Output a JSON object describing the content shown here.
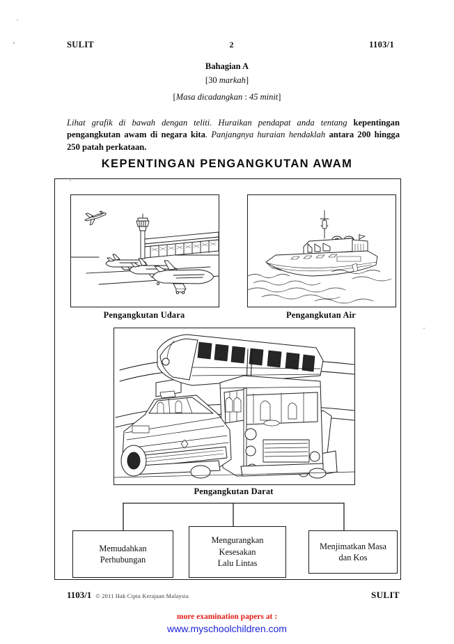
{
  "header": {
    "left": "SULIT",
    "page_number": "2",
    "paper_code": "1103/1"
  },
  "section": {
    "title": "Bahagian A",
    "marks_prefix": "[30 ",
    "marks_word": "markah",
    "marks_suffix": "]",
    "time_prefix": "[",
    "time_label": "Masa dicadangkan",
    "time_sep": " :  ",
    "time_value": "45 minit",
    "time_suffix": "]"
  },
  "instruction": {
    "part1": "Lihat grafik di bawah dengan teliti. Huraikan pendapat anda tentang ",
    "part2": "kepentingan pengangkutan awam di negara kita",
    "part3": ". Panjangnya huraian hendaklah ",
    "part4": "antara 200 hingga 250 patah perkataan",
    "part5": "."
  },
  "graphic": {
    "title": "KEPENTINGAN PENGANGKUTAN AWAM",
    "panels": [
      {
        "id": "air",
        "caption": "Pengangkutan Udara",
        "icon": "airport-airplanes-illustration"
      },
      {
        "id": "water",
        "caption": "Pengangkutan Air",
        "icon": "ferry-boat-illustration"
      },
      {
        "id": "land",
        "caption": "Pengangkutan Darat",
        "icon": "monorail-bus-taxi-illustration"
      }
    ],
    "benefits": [
      {
        "lines": [
          "Memudahkan",
          "Perhubungan"
        ]
      },
      {
        "lines": [
          "Mengurangkan",
          "Kesesakan",
          "Lalu Lintas"
        ]
      },
      {
        "lines": [
          "Menjimatkan Masa",
          "dan Kos"
        ]
      }
    ]
  },
  "footer": {
    "paper_code": "1103/1",
    "copyright": "© 2011 Hak Cipta Kerajaan Malaysia",
    "right": "SULIT"
  },
  "watermark": {
    "line1": "more examination papers at :",
    "line2": "www.myschoolchildren.com",
    "line1_color": "#e01b14",
    "line2_color": "#1a23d6"
  }
}
